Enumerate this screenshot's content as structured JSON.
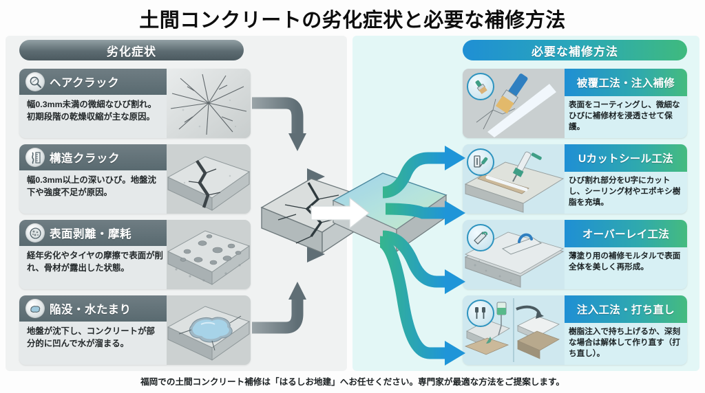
{
  "title": "土間コンクリートの劣化症状と必要な補修方法",
  "sections": {
    "left_header": "劣化症状",
    "right_header": "必要な補修方法"
  },
  "colors": {
    "left_panel_bg": "#f0f2f2",
    "right_panel_bg": "#e3f7f6",
    "left_header_gradient_from": "#92a0a4",
    "left_header_gradient_to": "#4b5a60",
    "right_header_gradient_from": "#1f8fd4",
    "right_header_gradient_to": "#3fba7e",
    "gray_arrow": "#6f7d84",
    "teal_arrow": "#2ba7a0",
    "blue_arrow": "#2196d6",
    "title_text": "#0d0d0d"
  },
  "defects": [
    {
      "icon": "magnifier-icon",
      "title": "ヘアクラック",
      "desc": "幅0.3mm未満の微細なひび割れ。初期段階の乾燥収縮が主な原因。",
      "image": "hairline-crack-photo"
    },
    {
      "icon": "crack-ruler-icon",
      "title": "構造クラック",
      "desc": "幅0.3mm以上の深いひび。地盤沈下や強度不足が原因。",
      "image": "structural-crack-slab"
    },
    {
      "icon": "aggregate-icon",
      "title": "表面剥離・摩耗",
      "desc": "経年劣化やタイヤの摩擦で表面が削れ、骨材が露出した状態。",
      "image": "spalled-surface-slab"
    },
    {
      "icon": "puddle-icon",
      "title": "陥没・水たまり",
      "desc": "地盤が沈下し、コンクリートが部分的に凹んで水が溜まる。",
      "image": "sunken-puddle-slab"
    }
  ],
  "repairs": [
    {
      "icon": "paint-brush-icon",
      "title": "被覆工法・注入補修",
      "desc": "表面をコーティングし、微細なひびに補修材を浸透させて保護。",
      "image": "brush-coating-illustration"
    },
    {
      "icon": "cut-tool-icon",
      "title": "Uカットシール工法",
      "desc": "ひび割れ部分をU字にカットし、シーリング材やエポキシ樹脂を充填。",
      "image": "u-cut-seal-illustration"
    },
    {
      "icon": "trowel-icon",
      "title": "オーバーレイ工法",
      "desc": "薄塗り用の補修モルタルで表面全体を美しく再形成。",
      "image": "overlay-trowel-illustration"
    },
    {
      "icon": "injection-nozzle-icon",
      "title": "注入工法・打ち直し",
      "desc": "樹脂注入で持ち上げるか、深刻な場合は解体して作り直す（打ち直し）。",
      "image": "injection-and-replace-illustration"
    }
  ],
  "center": {
    "damaged_slab": "cracked-concrete-slab",
    "repaired_slab": "restored-concrete-slab"
  },
  "footer": "福岡での土間コンクリート補修は「はるしお地建」へお任せください。専門家が最適な方法をご提案します。"
}
